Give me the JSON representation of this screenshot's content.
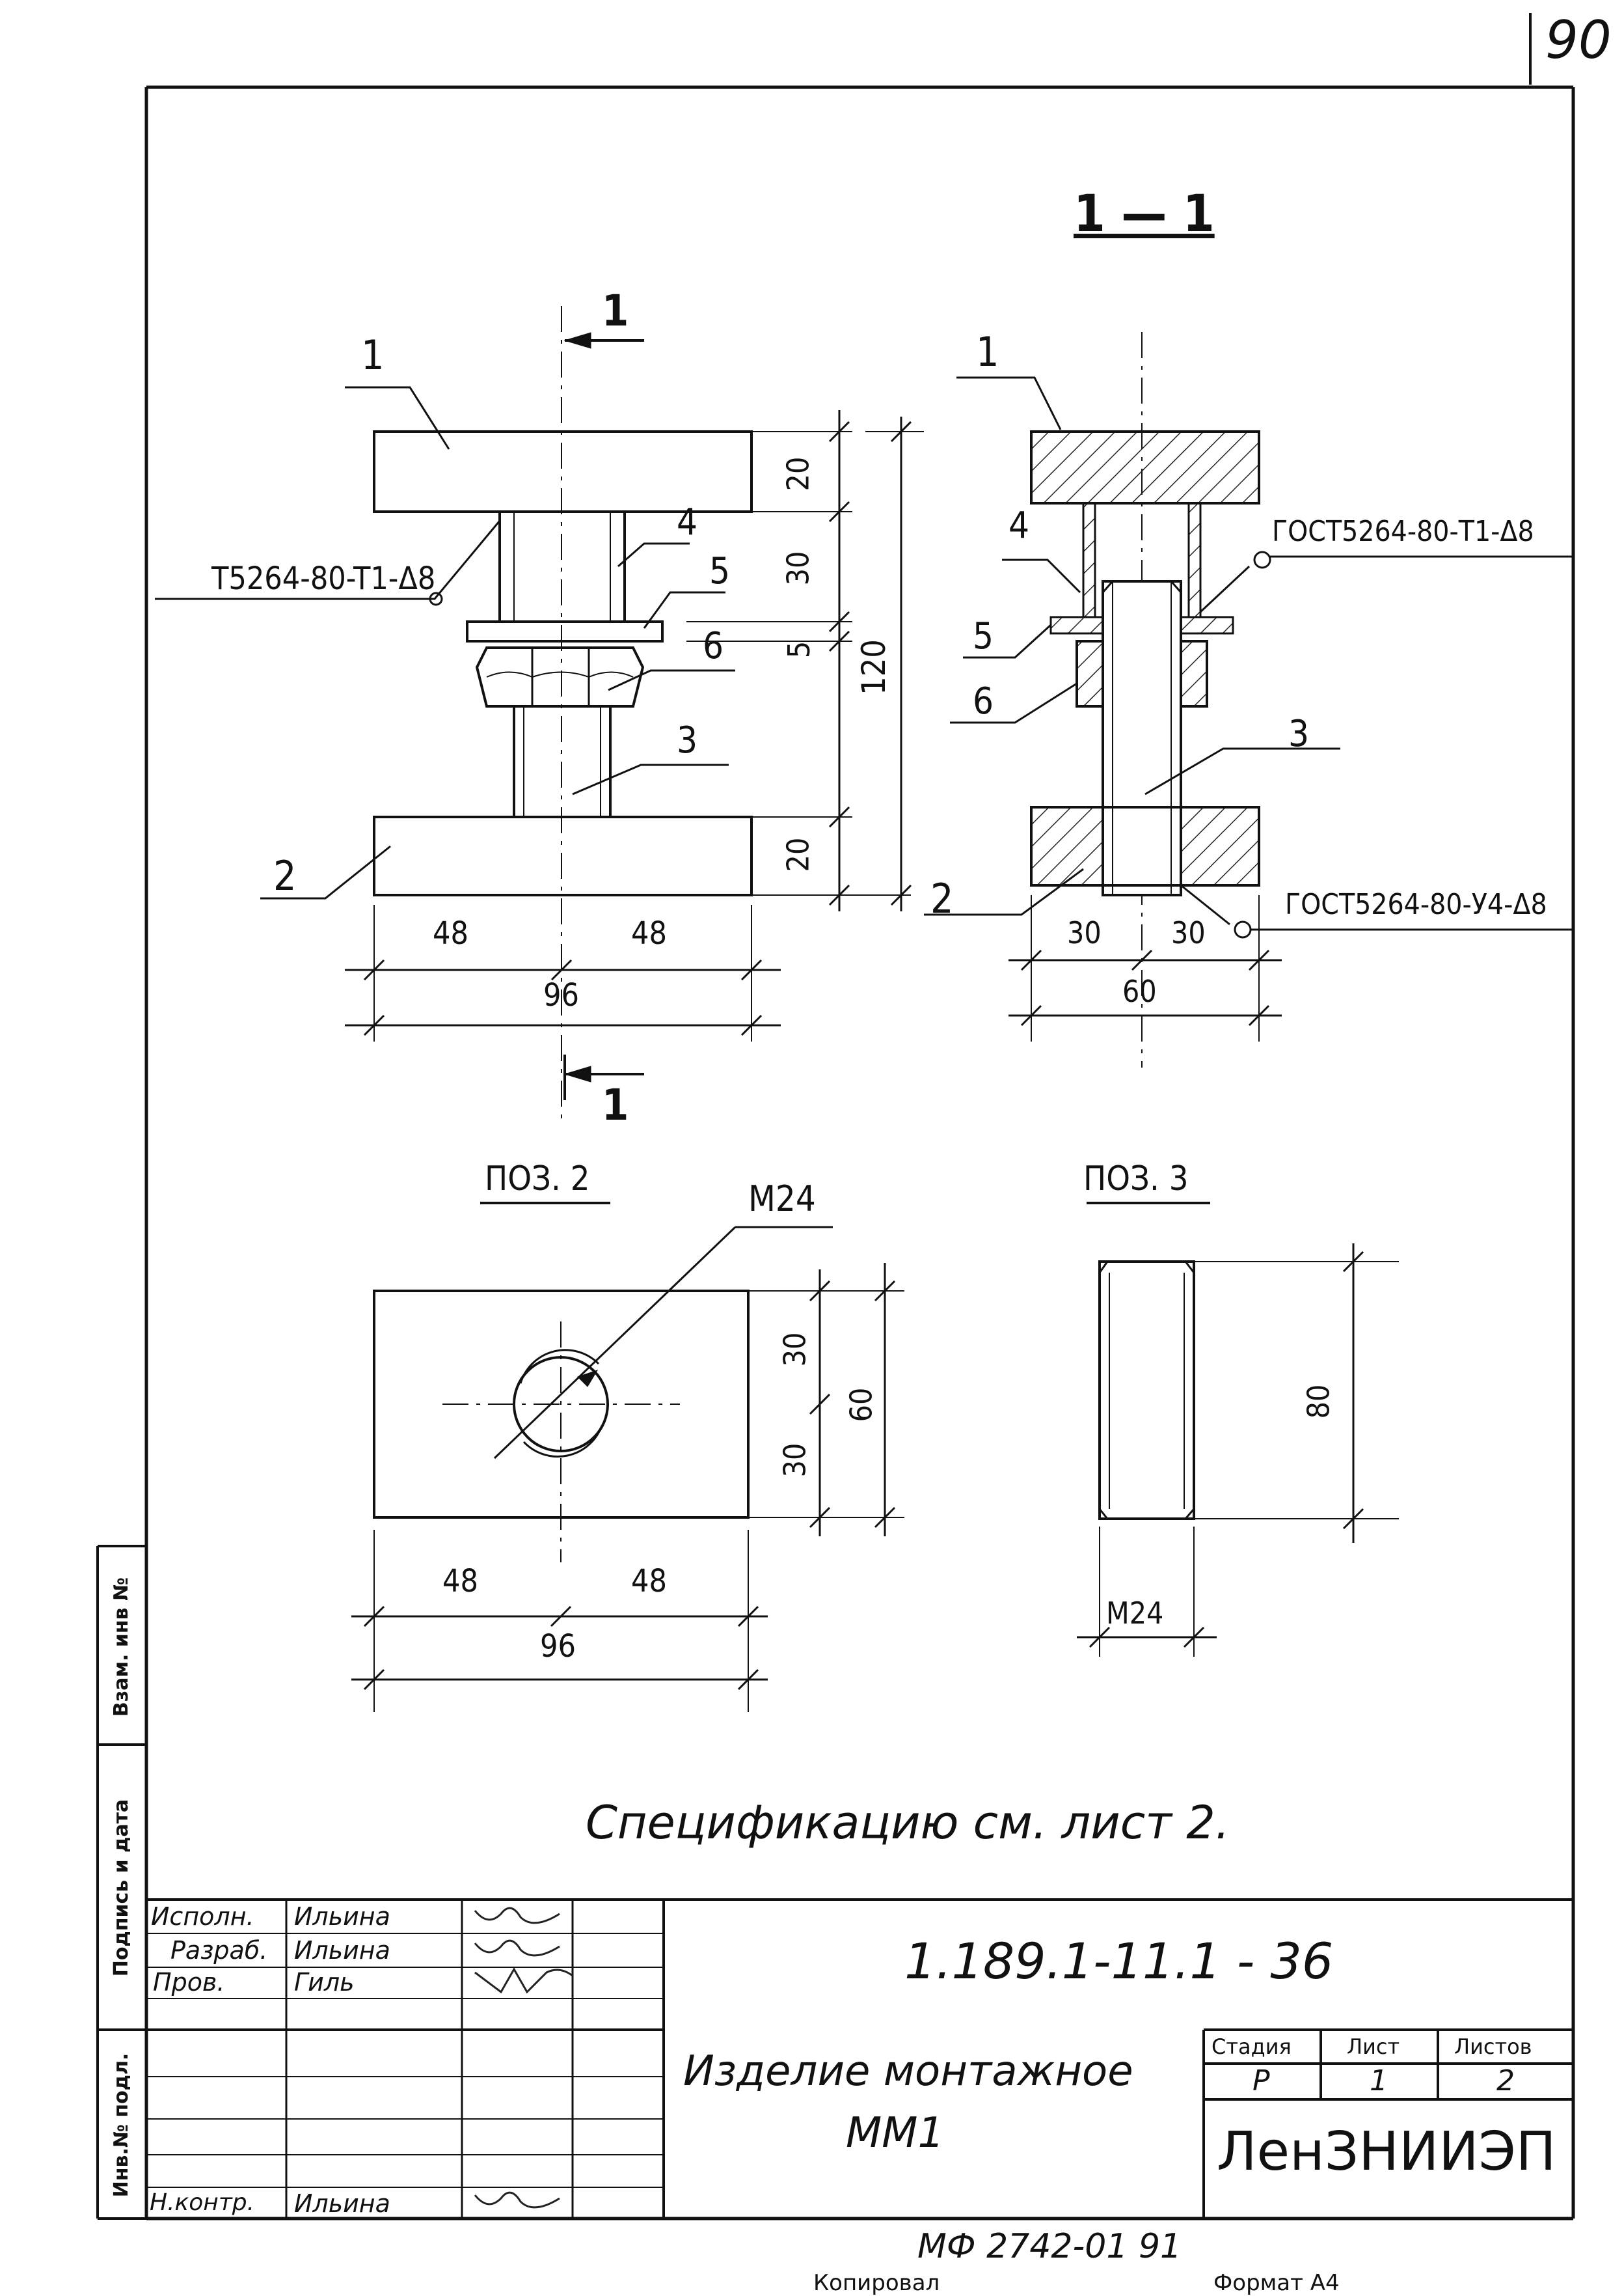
{
  "corner_number": "90",
  "section_title": "1 — 1",
  "cut_marks": {
    "top": "1",
    "bottom": "1"
  },
  "view1": {
    "pos_labels": {
      "p1": "1",
      "p2": "2",
      "p3": "3",
      "p4": "4",
      "p5": "5",
      "p6": "6"
    },
    "weld_note": "T5264-80-T1-Δ8",
    "dims": {
      "d20a": "20",
      "d30": "30",
      "d5": "5",
      "d120": "120",
      "d20b": "20",
      "d48a": "48",
      "d48b": "48",
      "d96": "96"
    }
  },
  "view2": {
    "pos_labels": {
      "p1": "1",
      "p2": "2",
      "p3": "3",
      "p4": "4",
      "p5": "5",
      "p6": "6"
    },
    "weld_note_top": "ГОСТ5264-80-Т1-Δ8",
    "weld_note_bottom": "ГОСТ5264-80-У4-Δ8",
    "dims": {
      "d30a": "30",
      "d30b": "30",
      "d60": "60"
    }
  },
  "pos2": {
    "title": "ПОЗ. 2",
    "thread": "М24",
    "dims": {
      "d30a": "30",
      "d30b": "30",
      "d60": "60",
      "d48a": "48",
      "d48b": "48",
      "d96": "96"
    }
  },
  "pos3": {
    "title": "ПОЗ. 3",
    "dims": {
      "d80": "80",
      "thread": "М24"
    }
  },
  "spec_note": "Спецификацию см. лист 2.",
  "left_strip": [
    "Взам. инв №",
    "Подпись и дата",
    "Инв.№ подл."
  ],
  "title_block": {
    "rows": [
      {
        "role": "Исполн.",
        "name": "Ильина"
      },
      {
        "role": "Разраб.",
        "name": "Ильина"
      },
      {
        "role": "Пров.",
        "name": "Гиль"
      },
      {
        "role": "",
        "name": ""
      },
      {
        "role": "",
        "name": ""
      },
      {
        "role": "",
        "name": ""
      },
      {
        "role": "Н.контр.",
        "name": "Ильина"
      }
    ],
    "doc_code": "1.189.1-11.1 - 36",
    "product_name_line1": "Изделие монтажное",
    "product_name_line2": "ММ1",
    "stage_header": "Стадия",
    "sheet_header": "Лист",
    "sheets_header": "Листов",
    "stage": "Р",
    "sheet": "1",
    "sheets": "2",
    "organization": "ЛенЗНИИЭП"
  },
  "footer_code": "МФ 2742-01 91",
  "footer_copy": "Копировал",
  "footer_format": "Формат А4"
}
